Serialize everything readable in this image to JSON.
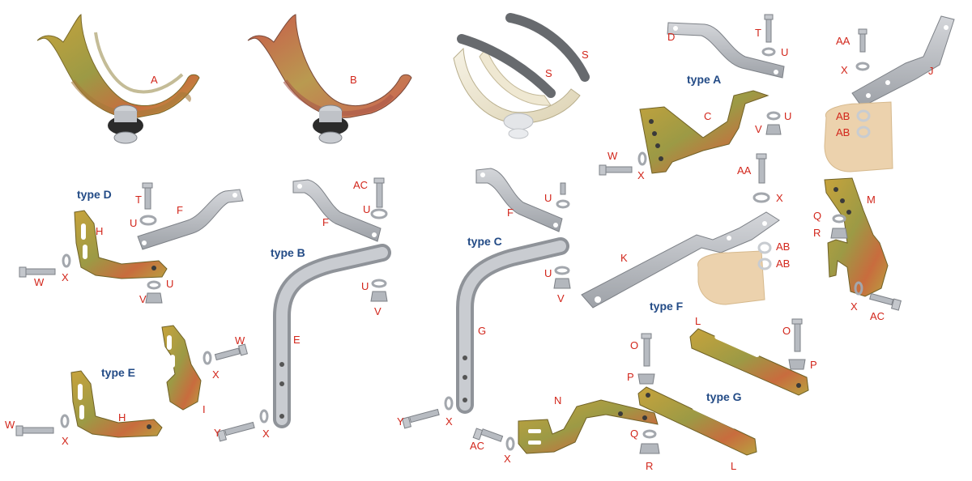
{
  "type_labels": {
    "type_a": "type A",
    "type_b": "type B",
    "type_c": "type C",
    "type_d": "type D",
    "type_e": "type E",
    "type_f": "type F",
    "type_g": "type G"
  },
  "part_labels": {
    "a": "A",
    "b": "B",
    "c": "C",
    "d": "D",
    "e": "E",
    "f": "F",
    "g": "G",
    "h": "H",
    "i": "I",
    "j": "J",
    "k": "K",
    "l": "L",
    "m": "M",
    "n": "N",
    "o": "O",
    "p": "P",
    "q": "Q",
    "r": "R",
    "s": "S",
    "t": "T",
    "u": "U",
    "v": "V",
    "w": "W",
    "x": "X",
    "y": "Y",
    "aa": "AA",
    "ab": "AB",
    "ac": "AC"
  },
  "colors": {
    "part_label": "#d2261b",
    "type_label": "#234b86",
    "steel": "#b9bcc1",
    "zinc_gold": "#b8a240",
    "rubber": "#6b6e72",
    "clamp": "#ecd2ad"
  }
}
